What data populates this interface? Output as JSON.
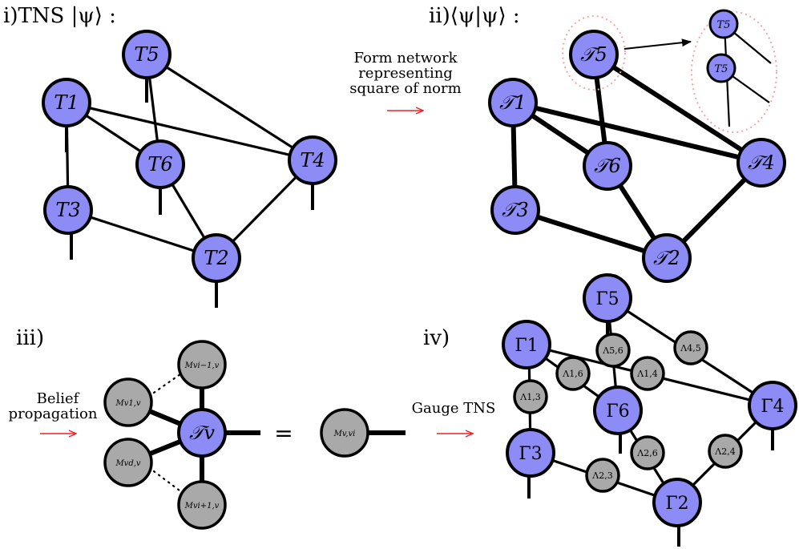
{
  "panels": {
    "i": {
      "label": "i)TNS |ψ⟩ :"
    },
    "ii": {
      "label": "ii)⟨ψ|ψ⟩ :"
    },
    "iii": {
      "label": "iii)"
    },
    "iv": {
      "label": "iv)"
    }
  },
  "arrows": {
    "form_network": {
      "line1": "Form network",
      "line2": "representing",
      "line3": "square of norm"
    },
    "belief": {
      "line1": "Belief",
      "line2": "propagation"
    },
    "gauge": {
      "line1": "Gauge TNS"
    }
  },
  "tns_nodes": [
    "T1",
    "T2",
    "T3",
    "T4",
    "T5",
    "T6"
  ],
  "norm_nodes": [
    "𝒯1",
    "𝒯2",
    "𝒯3",
    "𝒯4",
    "𝒯5",
    "𝒯6"
  ],
  "zoom_nodes": [
    "T5",
    "T5"
  ],
  "bp": {
    "center": "𝒯v",
    "messages": [
      "Mvi−1,v",
      "Mv1,v",
      "Mvd,v",
      "Mvi+1,v"
    ],
    "equals": "=",
    "result": "Mv,vi"
  },
  "gauge": {
    "gammas": [
      "Γ1",
      "Γ2",
      "Γ3",
      "Γ4",
      "Γ5",
      "Γ6"
    ],
    "lambdas": [
      "Λ1,3",
      "Λ1,6",
      "Λ1,4",
      "Λ5,6",
      "Λ4,5",
      "Λ2,6",
      "Λ2,4",
      "Λ2,3"
    ]
  },
  "colors": {
    "node_blue": "#8d8cf6",
    "node_grey": "#a9a9a9",
    "arrow_red": "#e8232a",
    "ellipse_pink": "#f4a5a5"
  }
}
